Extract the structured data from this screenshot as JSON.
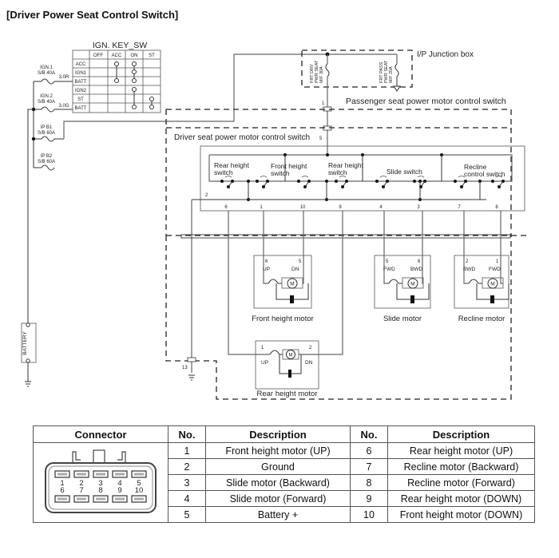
{
  "title": "[Driver Power Seat Control Switch]",
  "ign_key_sw": {
    "title": "IGN. KEY_SW",
    "columns": [
      "OFF",
      "ACC",
      "ON",
      "ST"
    ],
    "rows": [
      "ACC",
      "IGN1",
      "BATT",
      "IGN2",
      "ST",
      "BATT"
    ]
  },
  "fuses": [
    {
      "name": "IGN.1",
      "rating": "S/B 40A",
      "wire": "3.0R"
    },
    {
      "name": "IGN.2",
      "rating": "S/B 40A",
      "wire": "3.0G"
    },
    {
      "name": "IP B1",
      "rating": "S/B 60A"
    },
    {
      "name": "IP B2",
      "rating": "S/B 60A"
    }
  ],
  "junction_box": {
    "label": "I/P Junction box",
    "fuse_drv": [
      "FRT DRV",
      "PWR SEAT",
      "M/F 30A"
    ],
    "fuse_pass": [
      "FRT PASS",
      "PWR SEAT",
      "M/F 20A"
    ]
  },
  "labels": {
    "passenger_switch": "Passenger seat power motor control switch",
    "driver_switch": "Driver seat power motor control switch",
    "battery": "BATTERY",
    "pin_1": "1",
    "pin_5": "5",
    "pin_2": "2",
    "pin_13": "13"
  },
  "switches": [
    {
      "line1": "Rear height",
      "line2": "switch"
    },
    {
      "line1": "Front height",
      "line2": "switch"
    },
    {
      "line1": "Rear height",
      "line2": "switch"
    },
    {
      "line1": "Slide switch",
      "line2": ""
    },
    {
      "line1": "Recline",
      "line2": "control switch"
    }
  ],
  "switch_pins": [
    "6",
    "1",
    "10",
    "9",
    "4",
    "3",
    "7",
    "8"
  ],
  "motors": {
    "front_height": {
      "name": "Front height motor",
      "pin_left": "6",
      "pin_right": "5",
      "left": "UP",
      "right": "DN",
      "symbol": "M"
    },
    "slide": {
      "name": "Slide motor",
      "pin_left": "5",
      "pin_right": "6",
      "left": "FWD",
      "right": "BWD",
      "symbol": "M"
    },
    "recline": {
      "name": "Recline motor",
      "pin_left": "2",
      "pin_right": "1",
      "left": "BWD",
      "right": "FWD",
      "symbol": "M"
    },
    "rear_height": {
      "name": "Rear height motor",
      "pin_left": "1",
      "pin_right": "2",
      "left": "UP",
      "right": "DN",
      "symbol": "M"
    }
  },
  "table": {
    "headers": [
      "Connector",
      "No.",
      "Description",
      "No.",
      "Description"
    ],
    "connector_pins_top": [
      "1",
      "2",
      "3",
      "4",
      "5"
    ],
    "connector_pins_bottom": [
      "6",
      "7",
      "8",
      "9",
      "10"
    ],
    "rows": [
      {
        "no1": "1",
        "desc1": "Front height motor (UP)",
        "no2": "6",
        "desc2": "Rear height motor (UP)"
      },
      {
        "no1": "2",
        "desc1": "Ground",
        "no2": "7",
        "desc2": "Recline motor (Backward)"
      },
      {
        "no1": "3",
        "desc1": "Slide motor (Backward)",
        "no2": "8",
        "desc2": "Recline motor (Forward)"
      },
      {
        "no1": "4",
        "desc1": "Slide motor (Forward)",
        "no2": "9",
        "desc2": "Rear height motor (DOWN)"
      },
      {
        "no1": "5",
        "desc1": "Battery +",
        "no2": "10",
        "desc2": "Front height motor (DOWN)"
      }
    ]
  }
}
